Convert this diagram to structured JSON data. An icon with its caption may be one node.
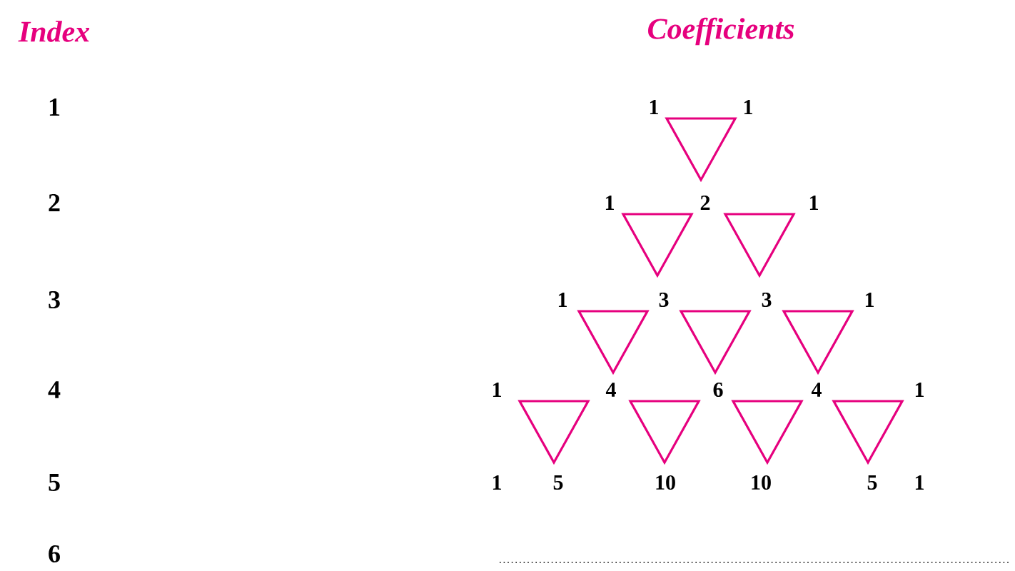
{
  "diagram": {
    "labels": [
      "Index",
      "Coefficients",
      "1",
      "1",
      "1",
      "2",
      "1",
      "2",
      "1",
      "3",
      "1",
      "3",
      "3",
      "1",
      "4",
      "1",
      "4",
      "6",
      "4",
      "1",
      "5",
      "1",
      "5",
      "10",
      "10",
      "5",
      "1",
      "6"
    ]
  }
}
